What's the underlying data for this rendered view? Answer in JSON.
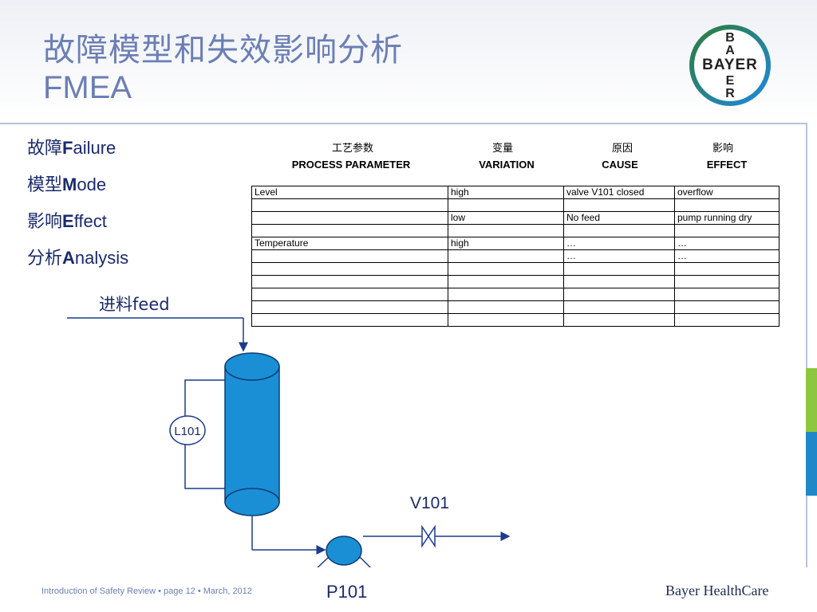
{
  "title": {
    "line1": "故障模型和失效影响分析",
    "line2": "FMEA"
  },
  "logo": {
    "text_horizontal": "BAYER",
    "text_vertical": "BAYER",
    "ring_colors": [
      "#2e7d32",
      "#1e88e5"
    ],
    "icon": "bayer-cross-logo"
  },
  "definitions": [
    {
      "cn": "故障",
      "initial": "F",
      "rest": "ailure"
    },
    {
      "cn": "模型",
      "initial": "M",
      "rest": "ode"
    },
    {
      "cn": "影响",
      "initial": "E",
      "rest": "ffect"
    },
    {
      "cn": "分析",
      "initial": "A",
      "rest": "nalysis"
    }
  ],
  "table": {
    "headers_cn": [
      "工艺参数",
      "变量",
      "原因",
      "影响"
    ],
    "headers_en": [
      "PROCESS PARAMETER",
      "VARIATION",
      "CAUSE",
      "EFFECT"
    ],
    "rows": [
      [
        "Level",
        "high",
        "valve V101 closed",
        "overflow"
      ],
      [
        "",
        "",
        "",
        ""
      ],
      [
        "",
        "low",
        "No feed",
        "pump running dry"
      ],
      [
        "",
        "",
        "",
        ""
      ],
      [
        "Temperature",
        "high",
        "…",
        "…"
      ],
      [
        "",
        "",
        "…",
        "…"
      ],
      [
        "",
        "",
        "",
        ""
      ],
      [
        "",
        "",
        "",
        ""
      ],
      [
        "",
        "",
        "",
        ""
      ],
      [
        "",
        "",
        "",
        ""
      ],
      [
        "",
        "",
        "",
        ""
      ]
    ]
  },
  "diagram": {
    "feed_label": "进料feed",
    "level_instrument": "L101",
    "valve_label": "V101",
    "pump_label": "P101",
    "vessel_color": "#1a8fd6"
  },
  "footer": {
    "text": "Introduction of Safety Review • page 12 • March, 2012",
    "brand": "Bayer HealthCare"
  },
  "colors": {
    "title": "#6b7fb5",
    "accent_green": "#8dc63f",
    "accent_blue": "#1e88c8"
  }
}
